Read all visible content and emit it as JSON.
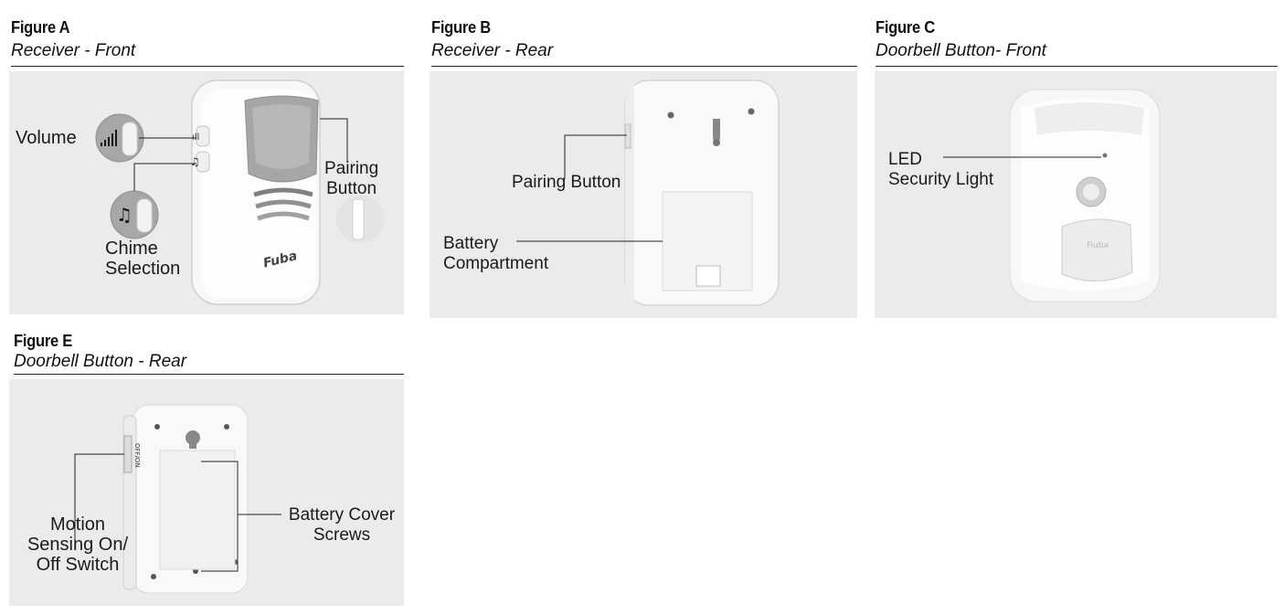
{
  "figures": {
    "a": {
      "title": "Figure A",
      "subtitle": "Receiver - Front",
      "labels": {
        "volume": "Volume",
        "pairing_button": "Pairing\nButton",
        "chime_selection": "Chime\nSelection",
        "brand": "Fuba"
      }
    },
    "b": {
      "title": "Figure B",
      "subtitle": "Receiver - Rear",
      "labels": {
        "pairing_button": "Pairing Button",
        "battery_compartment": "Battery\nCompartment"
      }
    },
    "c": {
      "title": "Figure C",
      "subtitle": "Doorbell Button- Front",
      "labels": {
        "led": "LED\nSecurity Light"
      }
    },
    "e": {
      "title": "Figure E",
      "subtitle": "Doorbell Button - Rear",
      "labels": {
        "motion_switch": "Motion\nSensing On/\nOff Switch",
        "battery_cover_screws": "Battery Cover\nScrews",
        "off_on": "OFF/ON"
      }
    }
  },
  "colors": {
    "panel_bg": "#ebebeb",
    "device_body": "#f7f7f7",
    "device_shade": "#d9d9d9",
    "speaker_grey": "#9a9a9a"
  }
}
